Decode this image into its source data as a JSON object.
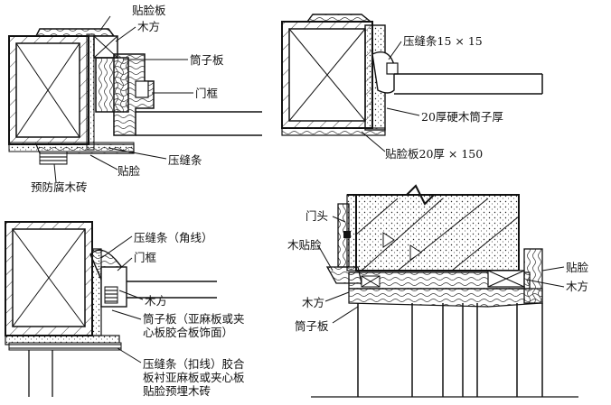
{
  "panel_top_left": {
    "labels": {
      "facing_board": "贴脸板",
      "timber_block": "木方",
      "casing_board": "筒子板",
      "door_frame": "门框",
      "cover_strip": "压缝条",
      "facing": "贴脸",
      "preserved_brick": "预防腐木砖"
    }
  },
  "panel_top_right": {
    "labels": {
      "cover_strip_size": "压缝条15 × 15",
      "hardwood_casing": "20厚硬木筒子厚",
      "facing_board_size": "贴脸板20厚 × 150"
    }
  },
  "panel_bottom_left": {
    "labels": {
      "cover_strip_corner": "压缝条（角线）",
      "door_frame": "门框",
      "timber_block": "木方",
      "casing_board": "筒子板（亚麻板或夹心板胶合板饰面）",
      "cover_strip_snap": "压缝条（扣线）胶合板衬亚麻板或夹心板贴脸预埋木砖"
    }
  },
  "panel_bottom_right": {
    "labels": {
      "door_head": "门头",
      "wood_facing": "木贴脸",
      "timber_block_left": "木方",
      "casing_board": "筒子板",
      "facing": "贴脸",
      "timber_block_right": "木方"
    }
  }
}
